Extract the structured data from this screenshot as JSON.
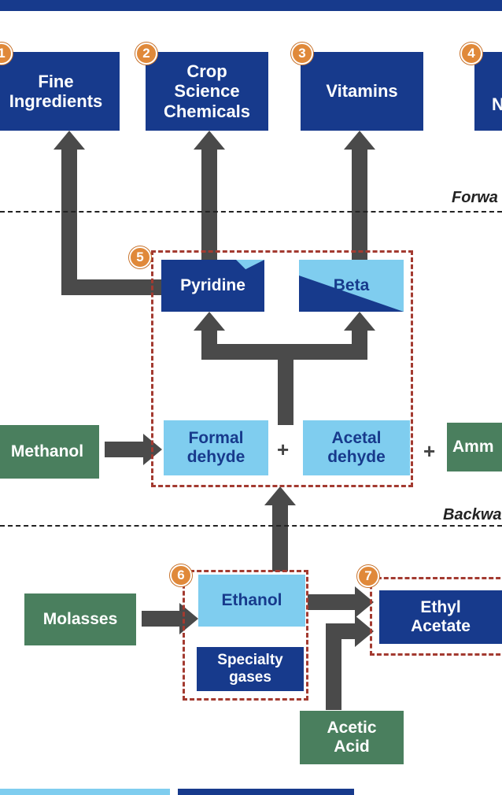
{
  "nodes": {
    "fine_ingredients": "Fine\nIngredients",
    "crop_science": "Crop\nScience\nChemicals",
    "vitamins": "Vitamins",
    "node4_partial": "N",
    "pyridine": "Pyridine",
    "beta": "Beta",
    "methanol": "Methanol",
    "formaldehyde": "Formal\ndehyde",
    "acetaldehyde": "Acetal\ndehyde",
    "ammonia_partial": "Amm",
    "molasses": "Molasses",
    "ethanol": "Ethanol",
    "specialty_gases": "Specialty\ngases",
    "ethyl_acetate": "Ethyl\nAcetate",
    "acetic_acid": "Acetic\nAcid"
  },
  "badges": {
    "b1": "1",
    "b2": "2",
    "b3": "3",
    "b4": "4",
    "b5": "5",
    "b6": "6",
    "b7": "7"
  },
  "operators": {
    "plus": "+"
  },
  "labels": {
    "forward": "Forwa",
    "backward": "Backwa"
  },
  "colors": {
    "dark_blue": "#173a8c",
    "light_blue": "#7fcdef",
    "green": "#4a7f5e",
    "badge_orange": "#e0893a",
    "dashed_box_red": "#a33a30",
    "arrow_grey": "#4a4a4a"
  }
}
